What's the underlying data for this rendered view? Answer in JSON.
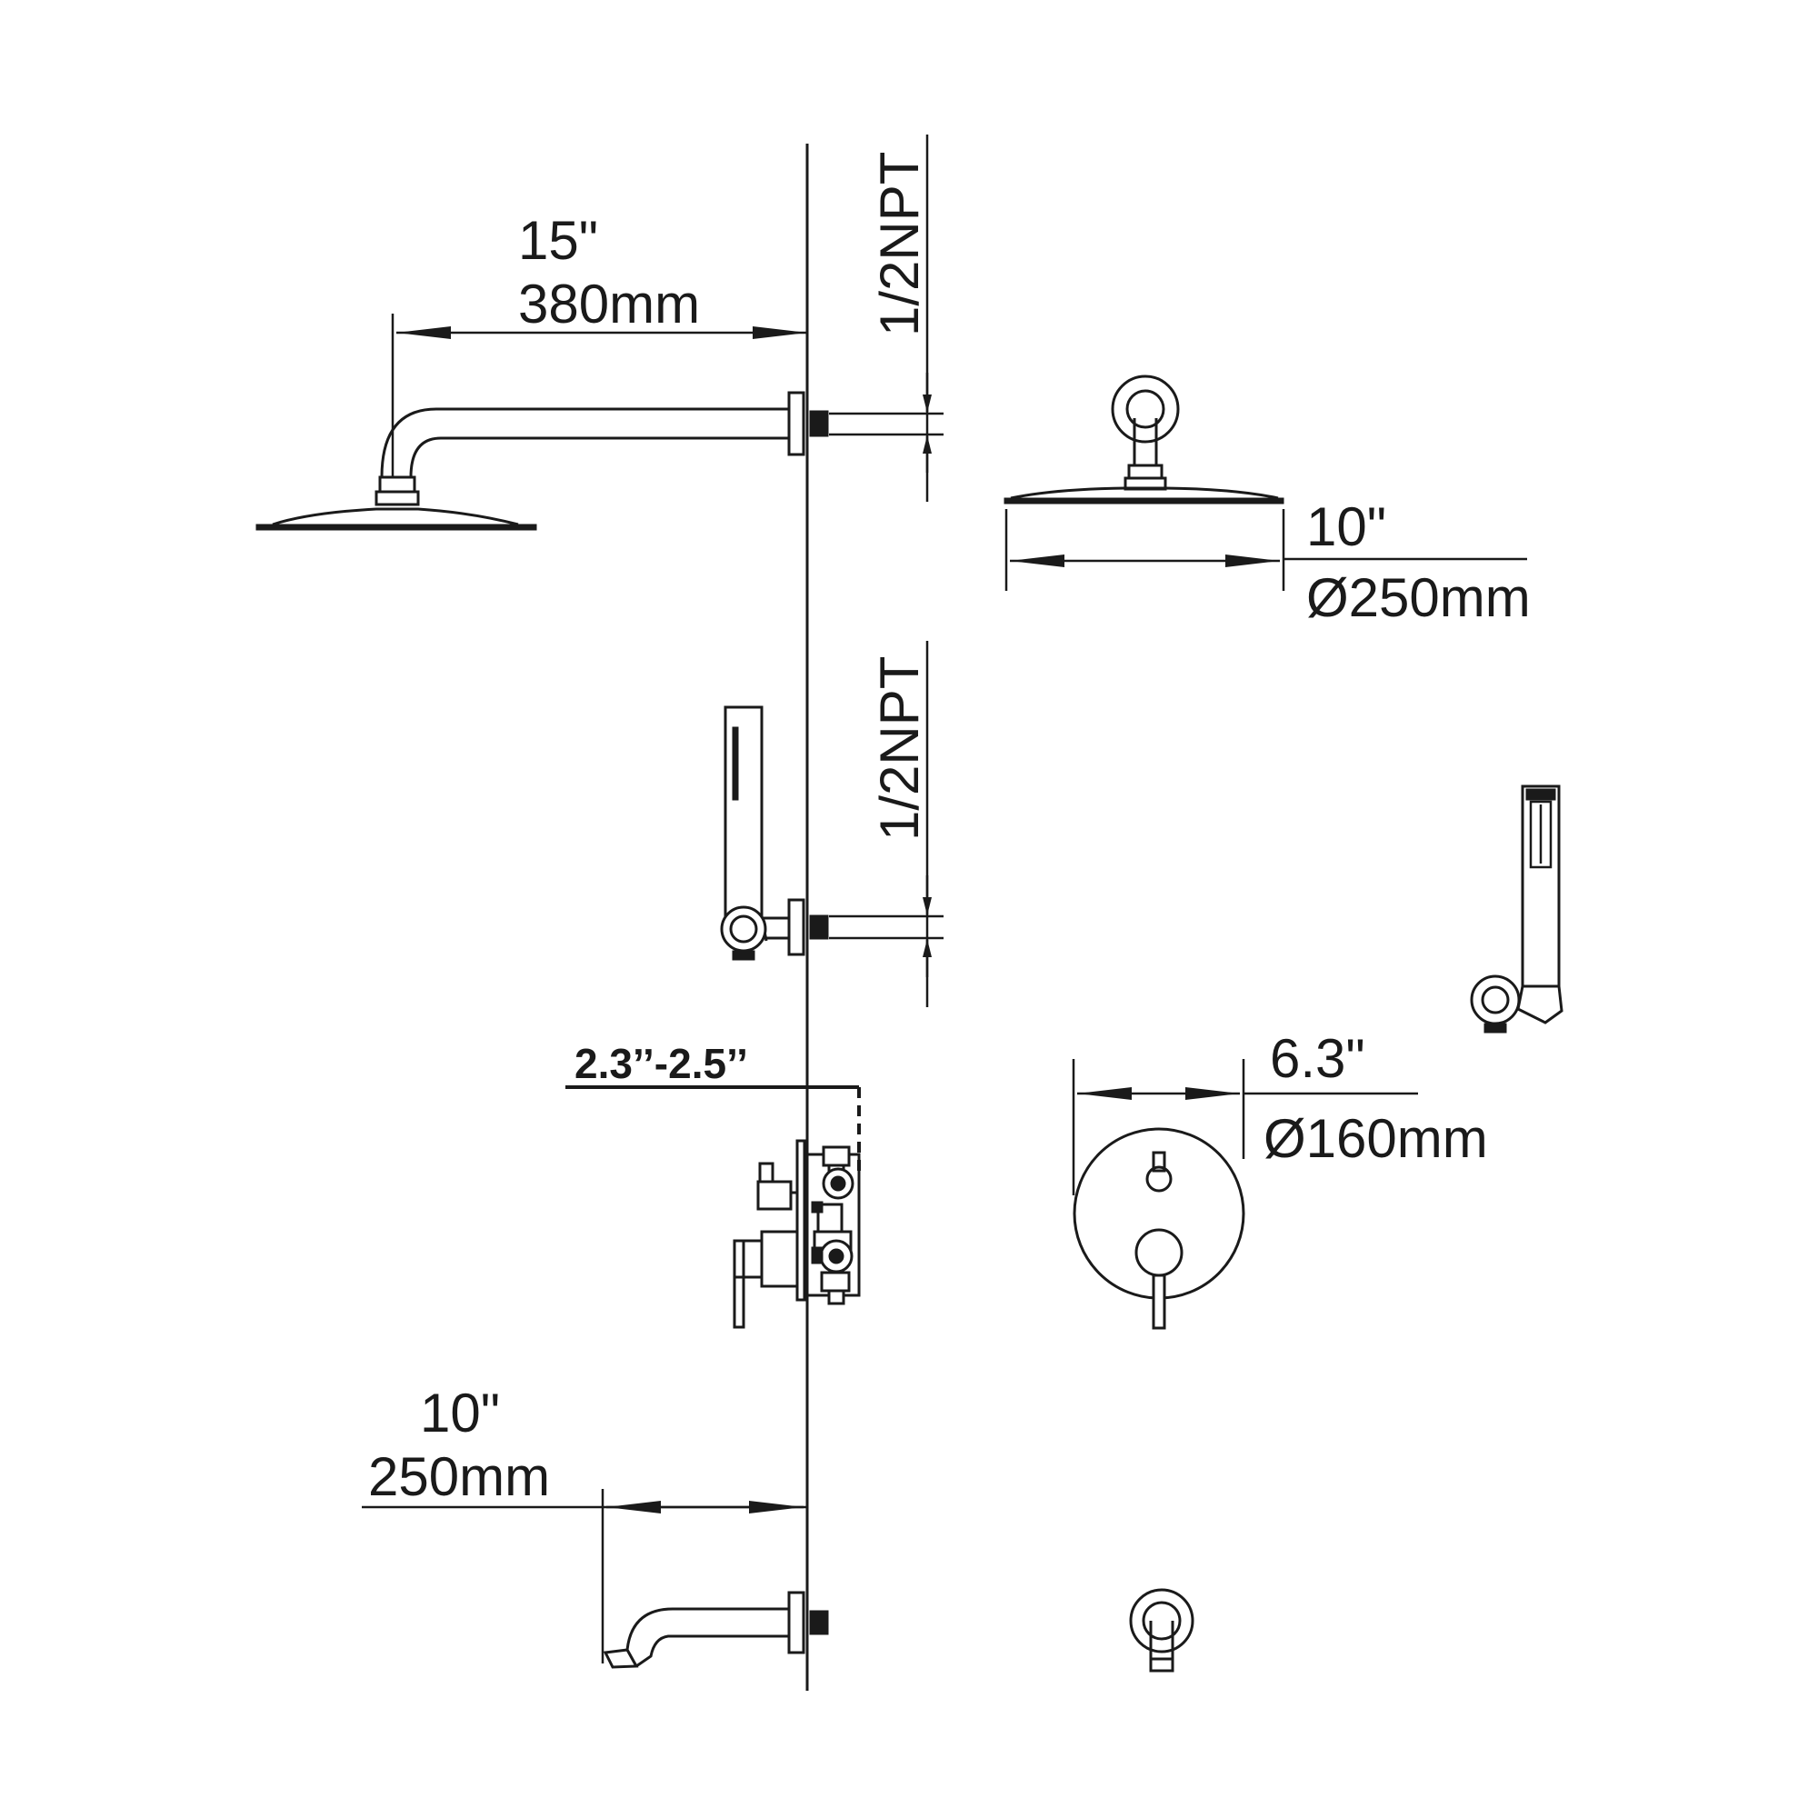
{
  "labels": {
    "arm_length_in": "15\"",
    "arm_length_mm": "380mm",
    "arm_thread": "1/2NPT",
    "head_dia_in": "10\"",
    "head_dia_mm": "Ø250mm",
    "hand_thread": "1/2NPT",
    "valve_depth": "2.3’’-2.5’’",
    "plate_dia_in": "6.3\"",
    "plate_dia_mm": "Ø160mm",
    "spout_length_in": "10\"",
    "spout_length_mm": "250mm"
  },
  "colors": {
    "ink": "#1a1a1a",
    "paper": "#ffffff"
  }
}
